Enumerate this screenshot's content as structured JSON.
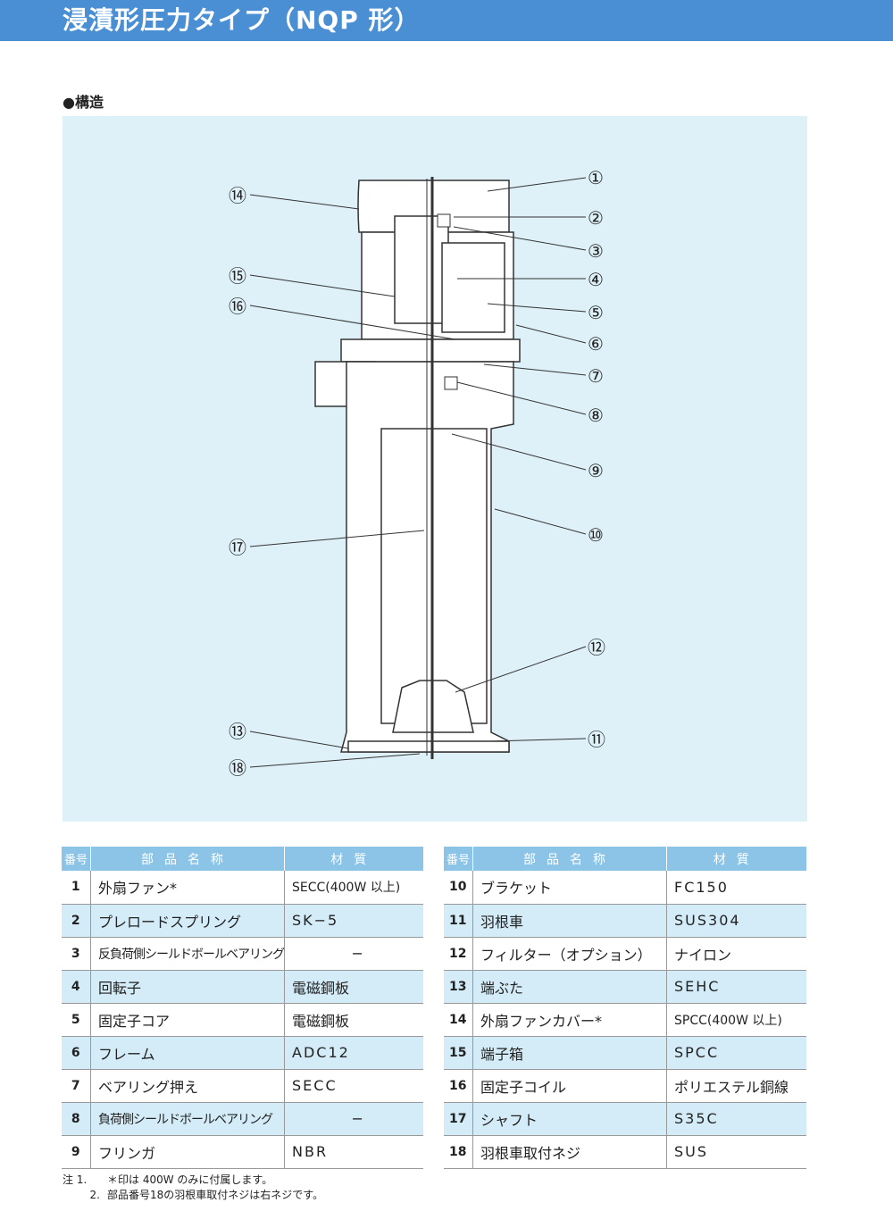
{
  "header": {
    "title": "浸漬形圧力タイプ（NQP 形）",
    "color": "#4a8fd4"
  },
  "section_label": "●構造",
  "diagram": {
    "background": "#dff1f8",
    "callouts": [
      "①",
      "②",
      "③",
      "④",
      "⑤",
      "⑥",
      "⑦",
      "⑧",
      "⑨",
      "⑩",
      "⑪",
      "⑫",
      "⑬",
      "⑭",
      "⑮",
      "⑯",
      "⑰",
      "⑱"
    ]
  },
  "table_headers": {
    "num": "番号",
    "name": "部品名称",
    "material": "材質"
  },
  "parts_left": [
    {
      "num": "1",
      "name": "外扇ファン*",
      "material": "SECC(400W 以上)"
    },
    {
      "num": "2",
      "name": "プレロードスプリング",
      "material": "SK−5"
    },
    {
      "num": "3",
      "name": "反負荷側シールドボールベアリング",
      "material": "−"
    },
    {
      "num": "4",
      "name": "回転子",
      "material": "電磁鋼板"
    },
    {
      "num": "5",
      "name": "固定子コア",
      "material": "電磁鋼板"
    },
    {
      "num": "6",
      "name": "フレーム",
      "material": "ADC12"
    },
    {
      "num": "7",
      "name": "ベアリング押え",
      "material": "SECC"
    },
    {
      "num": "8",
      "name": "負荷側シールドボールベアリング",
      "material": "−"
    },
    {
      "num": "9",
      "name": "フリンガ",
      "material": "NBR"
    }
  ],
  "parts_right": [
    {
      "num": "10",
      "name": "ブラケット",
      "material": "FC150"
    },
    {
      "num": "11",
      "name": "羽根車",
      "material": "SUS304"
    },
    {
      "num": "12",
      "name": "フィルター（オプション）",
      "material": "ナイロン"
    },
    {
      "num": "13",
      "name": "端ぶた",
      "material": "SEHC"
    },
    {
      "num": "14",
      "name": "外扇ファンカバー*",
      "material": "SPCC(400W 以上)"
    },
    {
      "num": "15",
      "name": "端子箱",
      "material": "SPCC"
    },
    {
      "num": "16",
      "name": "固定子コイル",
      "material": "ポリエステル銅線"
    },
    {
      "num": "17",
      "name": "シャフト",
      "material": "S35C"
    },
    {
      "num": "18",
      "name": "羽根車取付ネジ",
      "material": "SUS"
    }
  ],
  "notes": [
    {
      "label": "注 1.",
      "text": "＊印は 400W のみに付属します。"
    },
    {
      "label": "2.",
      "text": "部品番号18の羽根車取付ネジは右ネジです。"
    }
  ]
}
